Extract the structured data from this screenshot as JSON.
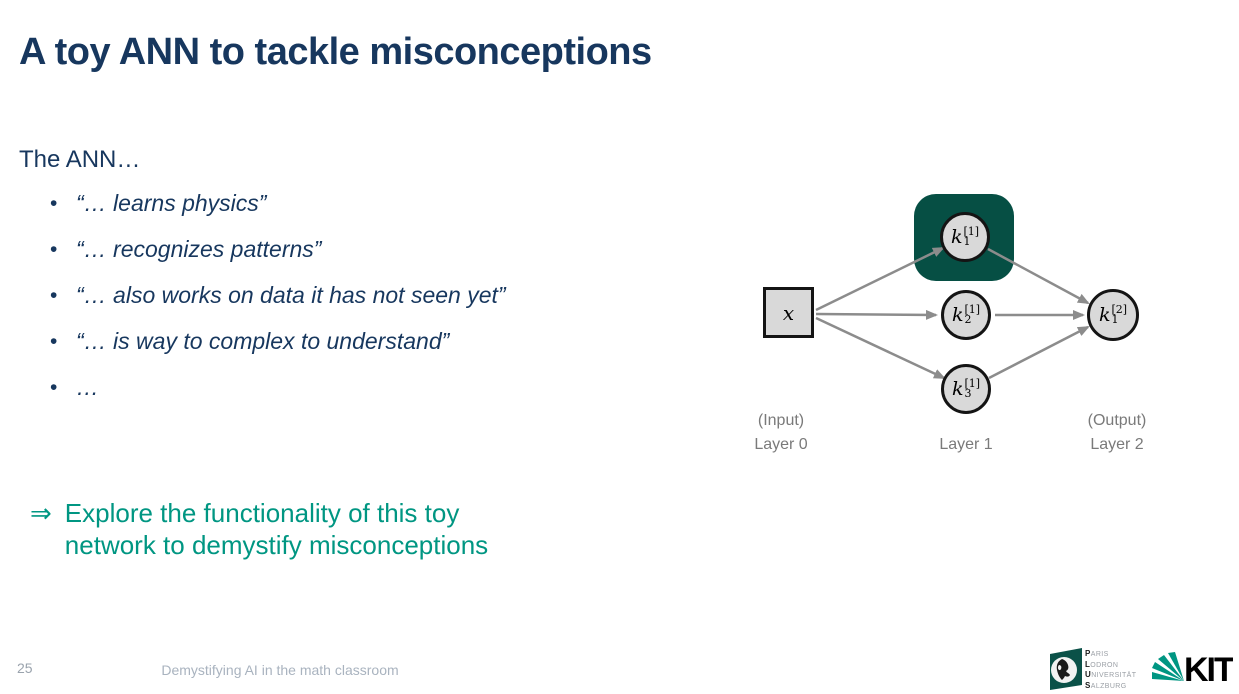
{
  "slide": {
    "title": "A toy ANN to tackle misconceptions",
    "intro": "The ANN…",
    "bullets": [
      "“… learns physics”",
      "“… recognizes patterns”",
      "“… also works on data it has not seen yet”",
      "“… is way to complex to understand”",
      "…"
    ],
    "conclusion": {
      "arrow": "⇒",
      "line1": "Explore the functionality of this toy",
      "line2": "network to demystify misconceptions"
    }
  },
  "diagram": {
    "nodes": {
      "input": {
        "label": "x"
      },
      "h1": {
        "base": "k",
        "sub": "1",
        "sup": "[1]"
      },
      "h2": {
        "base": "k",
        "sub": "2",
        "sup": "[1]"
      },
      "h3": {
        "base": "k",
        "sub": "3",
        "sup": "[1]"
      },
      "out": {
        "base": "k",
        "sub": "1",
        "sup": "[2]"
      }
    },
    "captions": {
      "input_note": "(Input)",
      "layer0": "Layer 0",
      "layer1": "Layer 1",
      "output_note": "(Output)",
      "layer2": "Layer 2"
    },
    "colors": {
      "highlight": "#064f44",
      "node_fill": "#d9d9d9",
      "node_border": "#141414",
      "arrow": "#8c8c8c"
    }
  },
  "footer": {
    "page_number": "25",
    "caption": "Demystifying AI in the math classroom",
    "plus_lines": [
      {
        "initial": "P",
        "rest": "ARIS"
      },
      {
        "initial": "L",
        "rest": "ODRON"
      },
      {
        "initial": "U",
        "rest": "NIVERSITÄT"
      },
      {
        "initial": "S",
        "rest": "ALZBURG"
      }
    ],
    "kit_text": "KIT"
  },
  "colors": {
    "title": "#17375e",
    "body": "#17375e",
    "teal": "#009682",
    "caption_gray": "#7a7a7a",
    "footer_gray": "#a9b3bf"
  }
}
